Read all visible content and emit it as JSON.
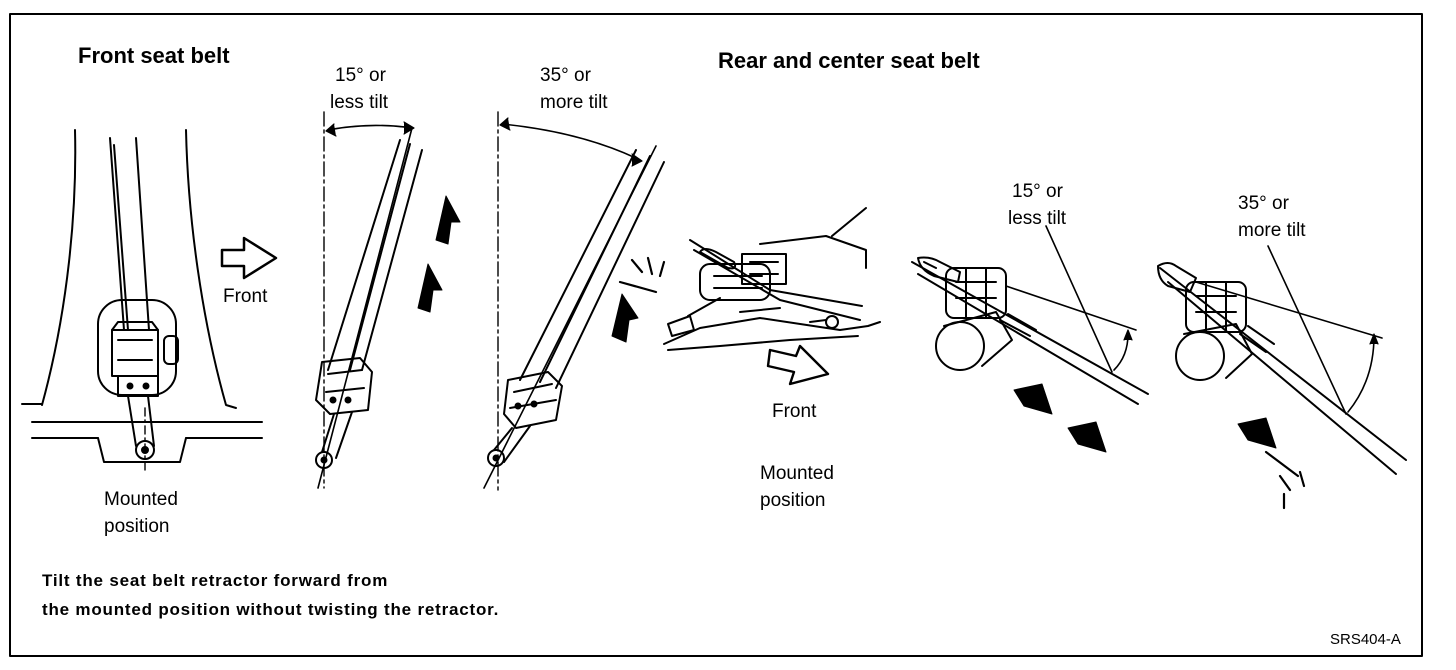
{
  "headings": {
    "front": "Front seat belt",
    "rear": "Rear and center seat belt"
  },
  "labels": {
    "front_arrow": "Front",
    "front_mounted": [
      "Mounted",
      "position"
    ],
    "front_tilt_15": [
      "15° or",
      "less tilt"
    ],
    "front_tilt_35": [
      "35° or",
      "more tilt"
    ],
    "rear_front": "Front",
    "rear_mounted": [
      "Mounted",
      "position"
    ],
    "rear_tilt_15": [
      "15° or",
      "less tilt"
    ],
    "rear_tilt_35": [
      "35° or",
      "more tilt"
    ]
  },
  "instruction": [
    "Tilt the seat belt retractor forward from",
    "the mounted position without twisting the retractor."
  ],
  "figure_code": "SRS404-A"
}
